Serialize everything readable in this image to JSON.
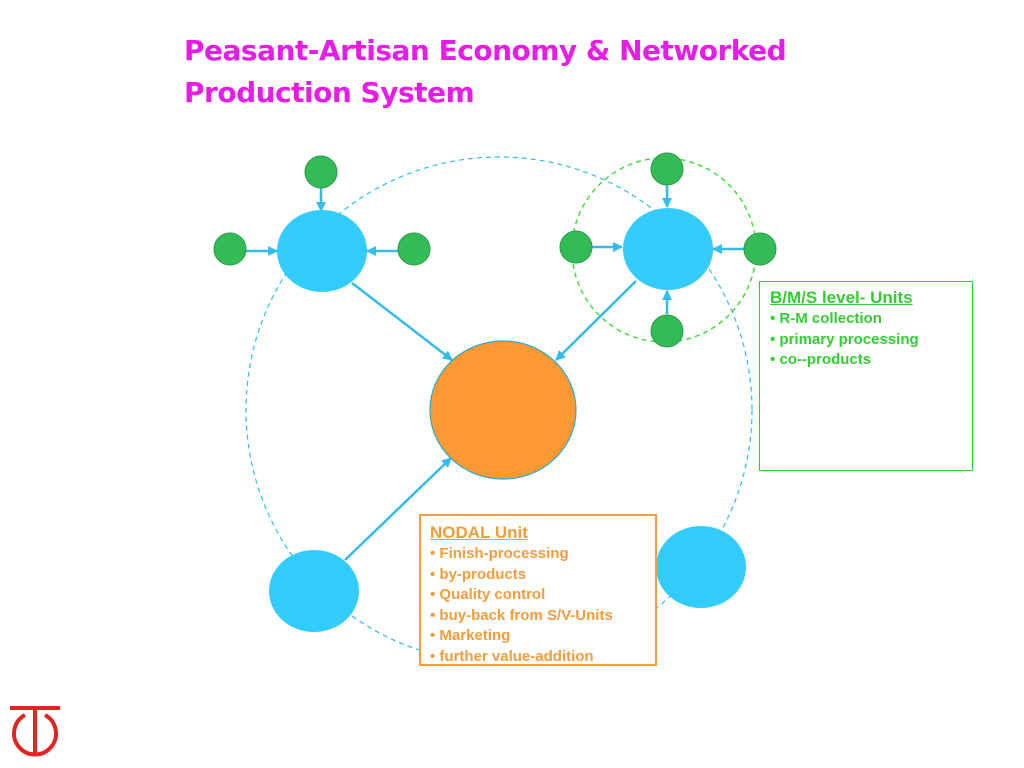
{
  "title": "Peasant-Artisan Economy & Networked Production System",
  "colors": {
    "title": "#e81ce8",
    "unit_node": "#33ccff",
    "raw_node": "#33bb55",
    "nodal_node": "#ff9933",
    "arrow": "#33bbee",
    "bms_text": "#33cc33",
    "nodal_text": "#f39c3c",
    "logo": "#e32222"
  },
  "bms_box": {
    "heading": "B/M/S level- Units",
    "items": [
      "R-M collection",
      "primary processing",
      "co--products"
    ]
  },
  "nodal_box": {
    "heading": "NODAL Unit",
    "items": [
      "Finish-processing",
      "by-products",
      "Quality control",
      "buy-back from S/V-Units",
      "Marketing",
      "further value-addition"
    ]
  },
  "logo": {
    "icon": "institution-logo-icon"
  }
}
